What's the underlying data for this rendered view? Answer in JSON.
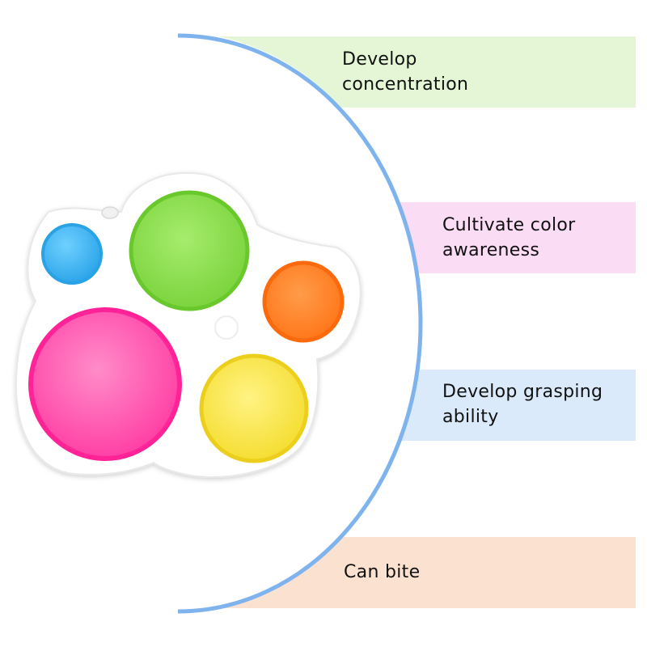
{
  "features": [
    {
      "label": "Develop\nconcentration",
      "color": "#e4f6d5"
    },
    {
      "label": "Cultivate color\nawareness",
      "color": "#fbdcf5"
    },
    {
      "label": "Develop grasping\nability",
      "color": "#dbeafb"
    },
    {
      "label": "Can bite",
      "color": "#fbe2d0"
    }
  ],
  "colors": {
    "arc": "#7fb3ee",
    "board": "#ffffff",
    "bubble_blue": "#3fb1f2",
    "bubble_green": "#7ed63c",
    "bubble_orange": "#ff7c1e",
    "bubble_pink": "#ff3fa6",
    "bubble_yellow": "#f6e23a"
  },
  "product": {
    "name": "simple-dimple-paw-toy-icon"
  }
}
